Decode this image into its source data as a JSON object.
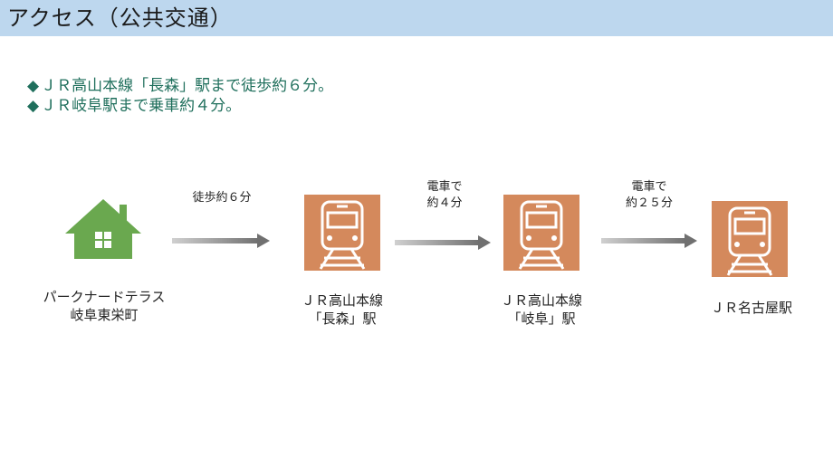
{
  "header": {
    "title": "アクセス（公共交通）"
  },
  "bullets": [
    {
      "mark": "◆",
      "text": "ＪＲ高山本線「長森」駅まで徒歩約６分。"
    },
    {
      "mark": "◆",
      "text": "ＪＲ岐阜駅まで乗車約４分。"
    }
  ],
  "route": {
    "start": {
      "line1": "パークナードテラス",
      "line2": "岐阜東栄町",
      "icon": "house-icon"
    },
    "steps": [
      {
        "line1": "徒歩約６分",
        "line2": ""
      },
      {
        "line1": "電車で",
        "line2": "約４分"
      },
      {
        "line1": "電車で",
        "line2": "約２５分"
      }
    ],
    "stations": [
      {
        "line1": "ＪＲ高山本線",
        "line2": "「長森」駅",
        "icon": "train-icon"
      },
      {
        "line1": "ＪＲ高山本線",
        "line2": "「岐阜」駅",
        "icon": "train-icon"
      },
      {
        "line1": "ＪＲ名古屋駅",
        "line2": "",
        "icon": "train-icon"
      }
    ]
  },
  "colors": {
    "header_bg": "#bdd7ee",
    "bullet_text": "#1f6f5c",
    "house": "#6aa84f",
    "station_bg": "#d4895c",
    "arrow": "#808080"
  }
}
